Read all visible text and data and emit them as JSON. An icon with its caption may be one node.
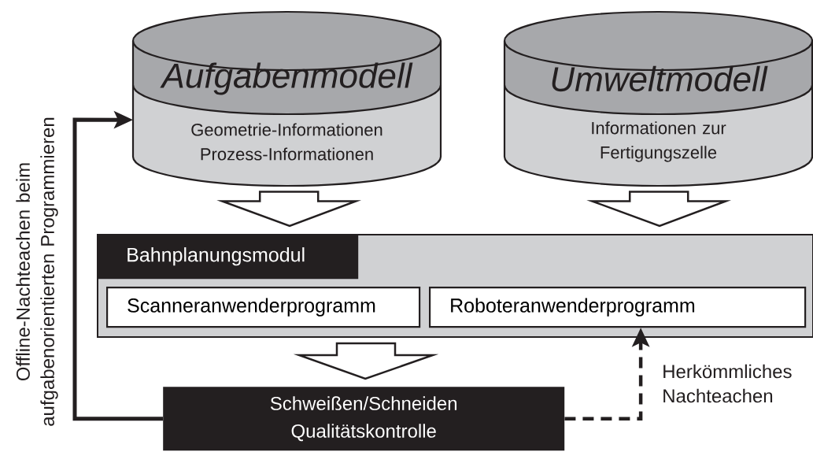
{
  "diagram": {
    "nodes": [
      {
        "text": [
          "Aufgabenmodell",
          "Geometrie-Informationen Prozess-Informationen"
        ]
      },
      {
        "text": [
          "Umweltmodell",
          "Informationen zur Fertigungszelle"
        ]
      },
      {
        "text": [
          "Bahnplanungsmodul"
        ]
      },
      {
        "text": [
          "Scanneranwenderprogramm"
        ],
        "in": 2
      },
      {
        "text": [
          "Roboteranwenderprogramm"
        ],
        "in": 2
      },
      {
        "text": [
          "Schweißen/Schneiden Qualitätskontrolle"
        ]
      }
    ],
    "edges": [
      {
        "from": 0,
        "to": 2,
        "arrow": "to"
      },
      {
        "from": 1,
        "to": 2,
        "arrow": "to"
      },
      {
        "from": 2,
        "to": 5,
        "arrow": "to"
      },
      {
        "from": 5,
        "to": 0,
        "arrow": "to",
        "label": "Offline-Nachteachen beim aufgabenorientierten Programmieren"
      },
      {
        "from": 5,
        "to": 4,
        "arrow": "to",
        "style": "dashed",
        "label": "Herkömmliches Nachteachen"
      }
    ]
  }
}
